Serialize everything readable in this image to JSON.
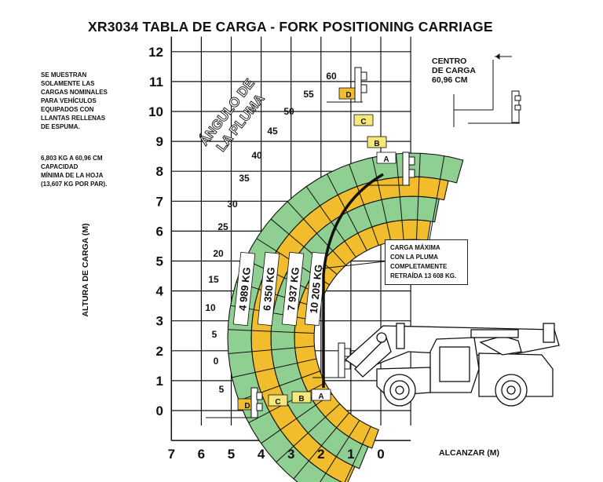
{
  "title": "XR3034 TABLA DE CARGA - FORK POSITIONING CARRIAGE",
  "note": {
    "lines": [
      "SE MUESTRAN",
      "SOLAMENTE LAS",
      "CARGAS NOMINALES",
      "PARA VEHÍCULOS",
      "EQUIPADOS CON",
      "LLANTAS RELLENAS",
      "DE ESPUMA."
    ],
    "lines2": [
      "6,803 KG A 60,96 CM",
      "CAPACIDAD",
      "MÍNIMA DE LA HOJA",
      "(13,607 KG POR PAR)."
    ]
  },
  "centro": {
    "lines": [
      "CENTRO",
      "DE CARGA",
      "60,96 CM"
    ]
  },
  "max_box": {
    "lines": [
      "CARGA MÁXIMA",
      "CON LA PLUMA",
      "COMPLETAMENTE",
      "RETRAÍDA 13 608 KG."
    ]
  },
  "y_axis_label": "ALTURA DE CARGA (M)",
  "x_axis_label": "ALCANZAR (M)",
  "y_ticks": [
    "12",
    "11",
    "10",
    "9",
    "8",
    "7",
    "6",
    "5",
    "4",
    "3",
    "2",
    "1",
    "0"
  ],
  "x_ticks": [
    "7",
    "6",
    "5",
    "4",
    "3",
    "2",
    "1",
    "0"
  ],
  "boom_angle_title": [
    "ÁNGULO DE",
    "LA PLUMA"
  ],
  "angle_labels": [
    "60",
    "55",
    "50",
    "45",
    "40",
    "35",
    "30",
    "25",
    "20",
    "15",
    "10",
    "5",
    "0",
    "5"
  ],
  "zone_letters": [
    "A",
    "B",
    "C",
    "D"
  ],
  "zone_loads": [
    "10 205 KG",
    "7 937 KG",
    "6 350 KG",
    "4 989 KG"
  ],
  "colors": {
    "green": "#8fcf92",
    "gold": "#f2bd2c",
    "yellow": "#f5e77a",
    "white": "#ffffff",
    "grid": "#111111"
  }
}
